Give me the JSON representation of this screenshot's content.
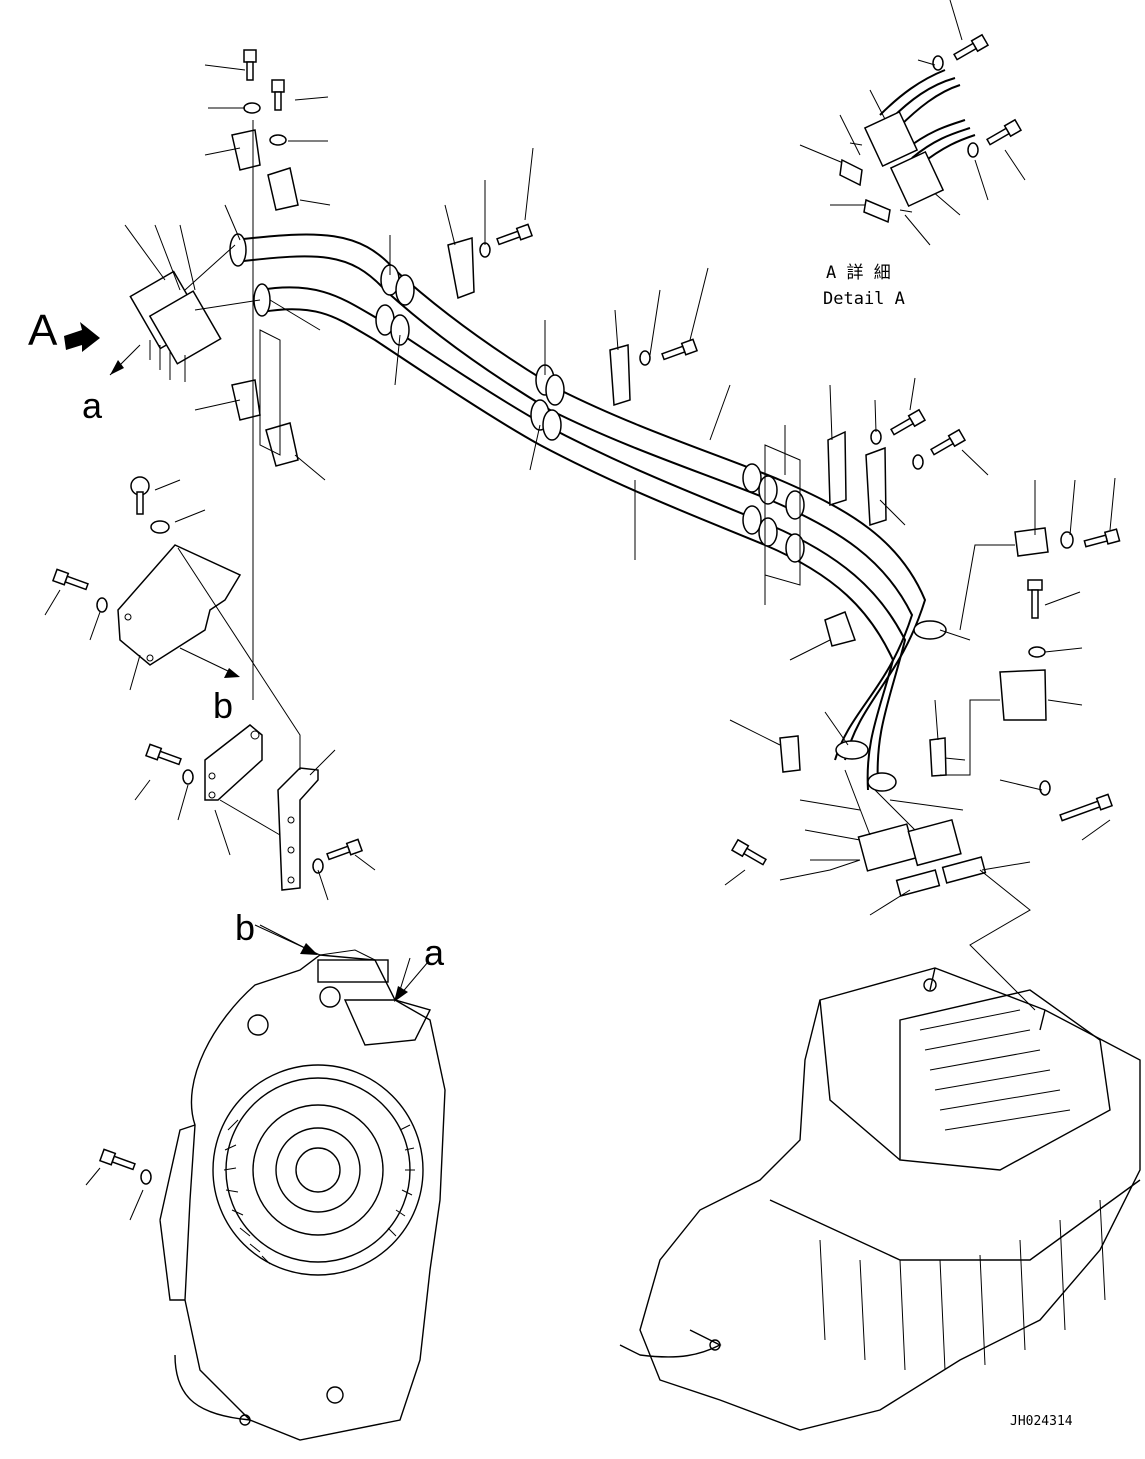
{
  "callouts": {
    "view_A": "A",
    "label_a_top": "a",
    "label_b_left": "b",
    "label_b_bottom": "b",
    "label_a_bottom": "a"
  },
  "detail": {
    "title_jp": "A 詳 細",
    "title_en": "Detail A"
  },
  "drawing_number": "JH024314"
}
